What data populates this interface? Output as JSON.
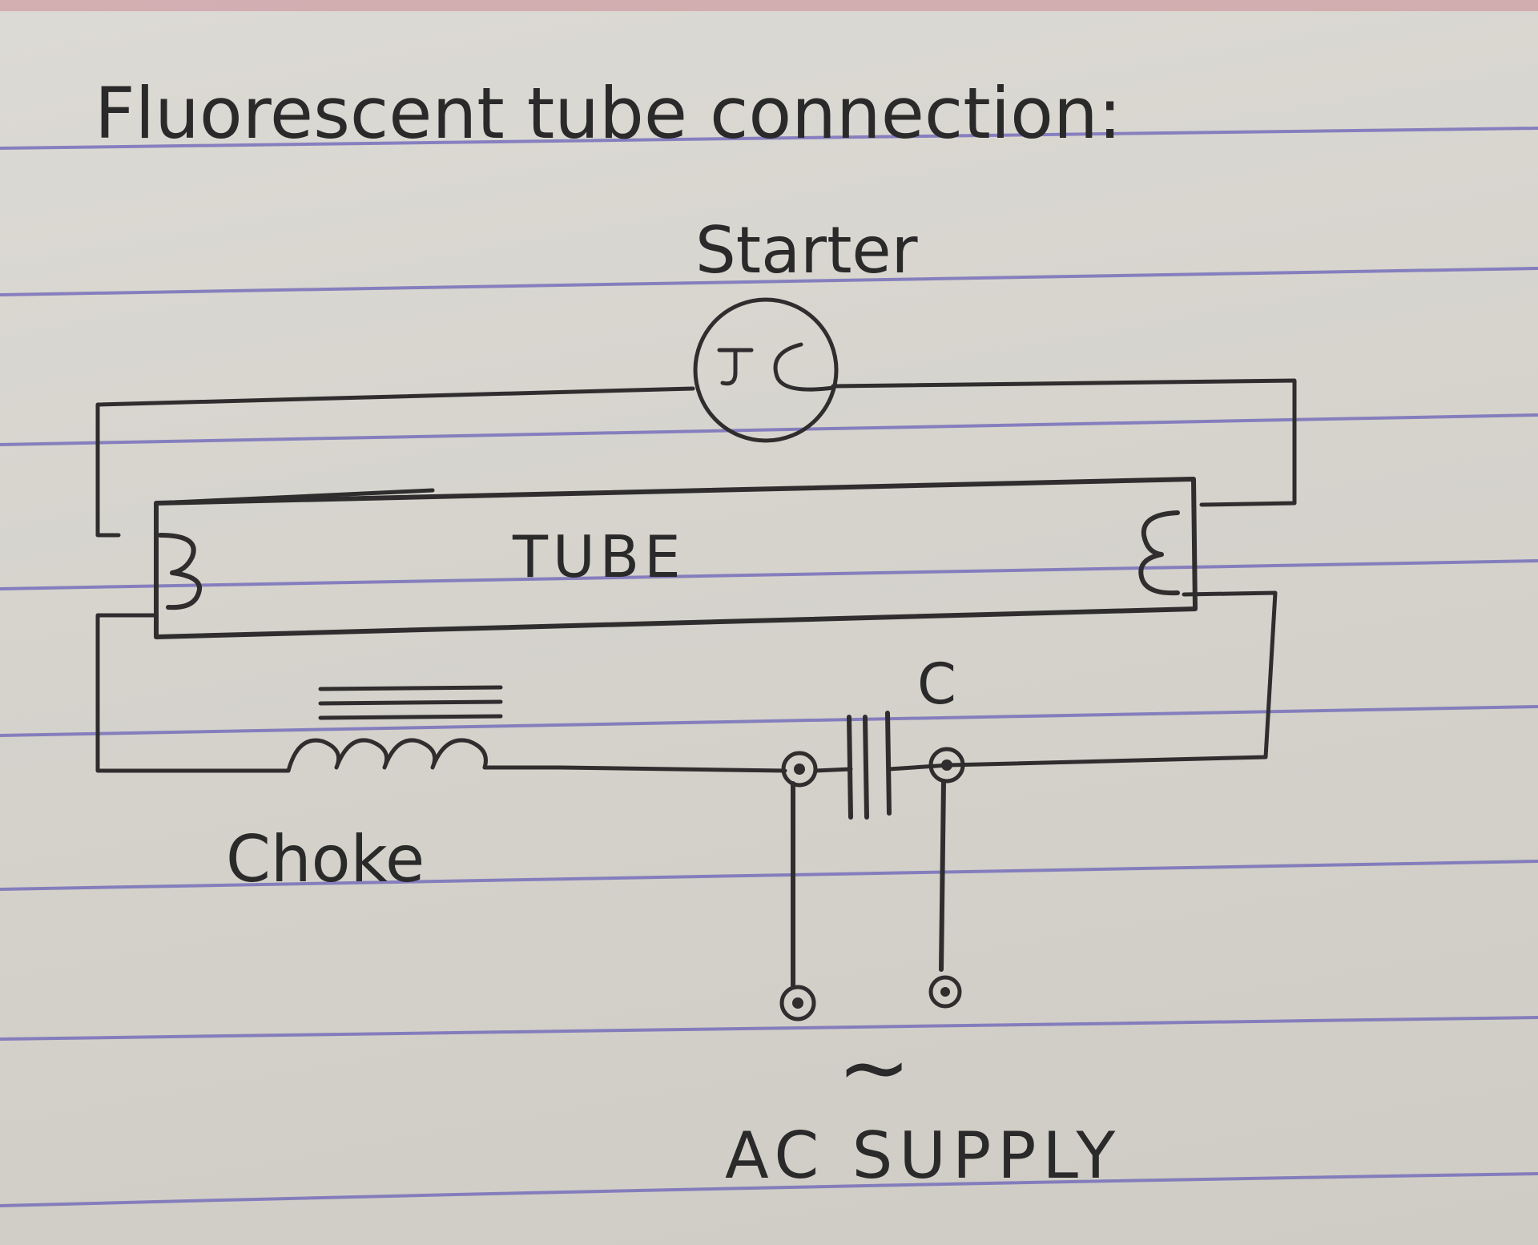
{
  "title": "Fluorescent tube connection:",
  "labels": {
    "starter": "Starter",
    "tube": "TUBE",
    "capacitor": "C",
    "choke": "Choke",
    "ac_symbol": "~",
    "ac_supply": "AC SUPPLY"
  },
  "colors": {
    "paper": "#d7d5cf",
    "ruled_line": "#6a62b8",
    "ink": "#2f2d2d",
    "margin_line": "#c9848f"
  }
}
